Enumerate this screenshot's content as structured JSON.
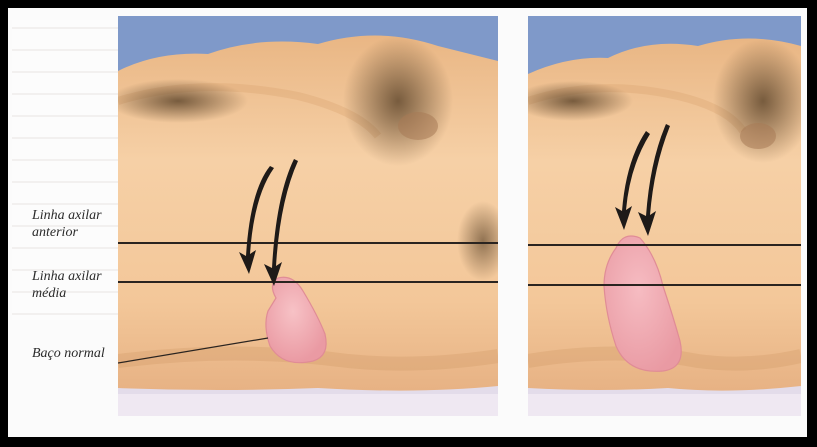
{
  "labels": {
    "line1": [
      "Linha axilar",
      "anterior"
    ],
    "line2": [
      "Linha axilar",
      "média"
    ],
    "spleen": "Baço normal"
  },
  "panels": {
    "left": {
      "spleen": "normal"
    },
    "right": {
      "spleen": "enlarged"
    }
  },
  "colors": {
    "skin": "#f2c79a",
    "skin_shadow": "#d9a470",
    "sky": "#7f99c9",
    "sheet": "#efe8f2",
    "spleen": "#f1a9b0",
    "line": "#2a2420",
    "arrow": "#1e1a18"
  },
  "icons": [
    "down-arrow-icon",
    "down-arrow-icon"
  ]
}
